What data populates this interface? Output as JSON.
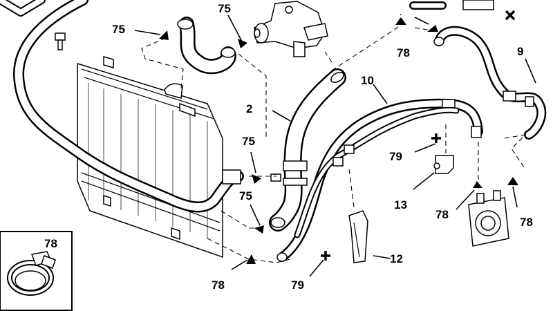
{
  "callouts": [
    {
      "id": "c75a",
      "text": "75"
    },
    {
      "id": "c75b",
      "text": "75"
    },
    {
      "id": "c75c",
      "text": "75"
    },
    {
      "id": "c75d",
      "text": "75"
    },
    {
      "id": "c2",
      "text": "2"
    },
    {
      "id": "c10",
      "text": "10"
    },
    {
      "id": "c9",
      "text": "9"
    },
    {
      "id": "c78a",
      "text": "78"
    },
    {
      "id": "c78b",
      "text": "78"
    },
    {
      "id": "c78c",
      "text": "78"
    },
    {
      "id": "c78d",
      "text": "78"
    },
    {
      "id": "c79a",
      "text": "79"
    },
    {
      "id": "c79b",
      "text": "79"
    },
    {
      "id": "c13",
      "text": "13"
    },
    {
      "id": "c12",
      "text": "12"
    }
  ],
  "inset": {
    "label": "78"
  }
}
